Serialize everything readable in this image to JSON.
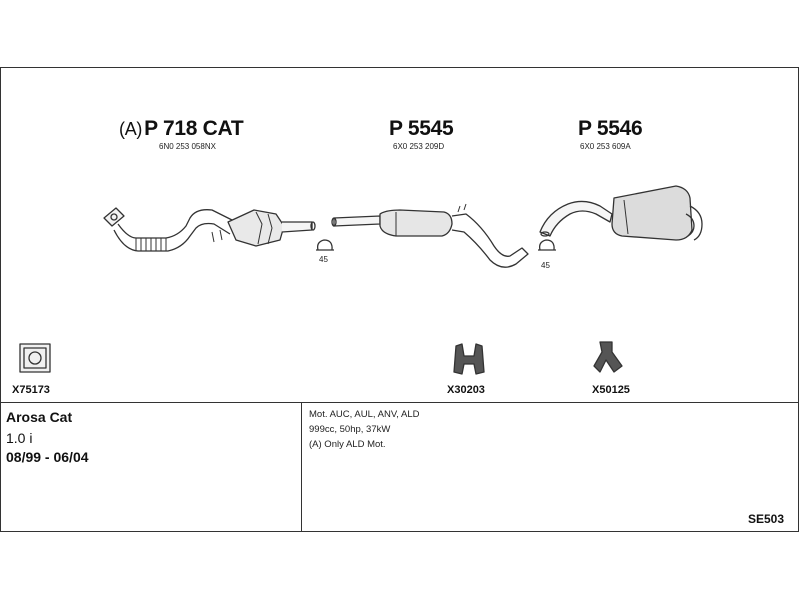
{
  "parts": [
    {
      "prefix": "(A)",
      "title": "P 718 CAT",
      "oem": "6N0 253 058NX"
    },
    {
      "prefix": "",
      "title": "P 5545",
      "oem": "6X0 253 209D"
    },
    {
      "prefix": "",
      "title": "P 5546",
      "oem": "6X0 253 609A"
    }
  ],
  "clamps": [
    "45",
    "45"
  ],
  "accessories": [
    "X75173",
    "X30203",
    "X50125"
  ],
  "vehicle": {
    "model": "Arosa Cat",
    "engine": "1.0 i",
    "years": "08/99 - 06/04"
  },
  "notes": [
    "Mot. AUC, AUL, ANV, ALD",
    "999cc, 50hp, 37kW",
    "(A) Only ALD Mot."
  ],
  "ref_code": "SE503"
}
